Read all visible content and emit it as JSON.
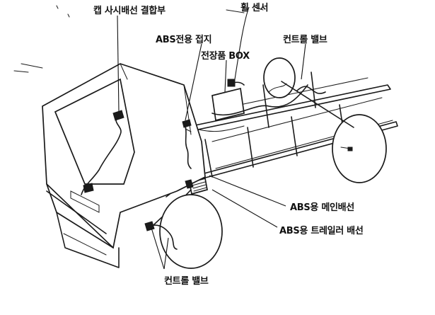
{
  "labels": {
    "cab_chassis_harness": "캡 사시배선 결합부",
    "wheel_sensor": "휠 센서",
    "abs_ground": "ABS전용 접지",
    "electrical_box": "전장품 BOX",
    "control_valve_rear": "컨트롤 밸브",
    "abs_main_harness": "ABS용 메인배선",
    "abs_trailer_harness": "ABS용 트레일러 배선",
    "control_valve_front": "컨트롤 밸브"
  }
}
